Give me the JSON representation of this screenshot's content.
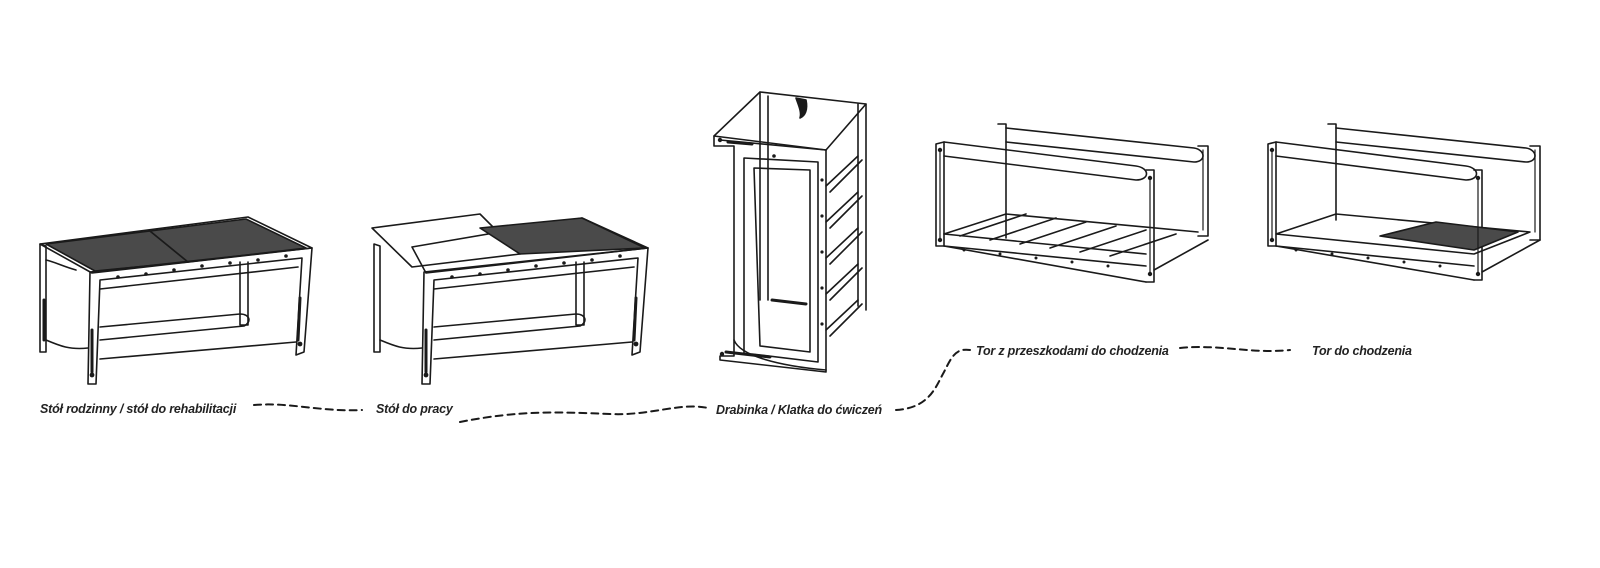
{
  "labels": {
    "family_table": "Stół rodzinny / stół do rehabilitacji",
    "work_table": "Stół do pracy",
    "ladder": "Drabinka / Klatka do ćwiczeń",
    "obstacle_track": "Tor z przeszkodami do chodzenia",
    "walking_track": "Tor do chodzenia"
  },
  "colors": {
    "line": "#1a1a1a",
    "panel": "#4a4a4a",
    "text": "#222222"
  }
}
